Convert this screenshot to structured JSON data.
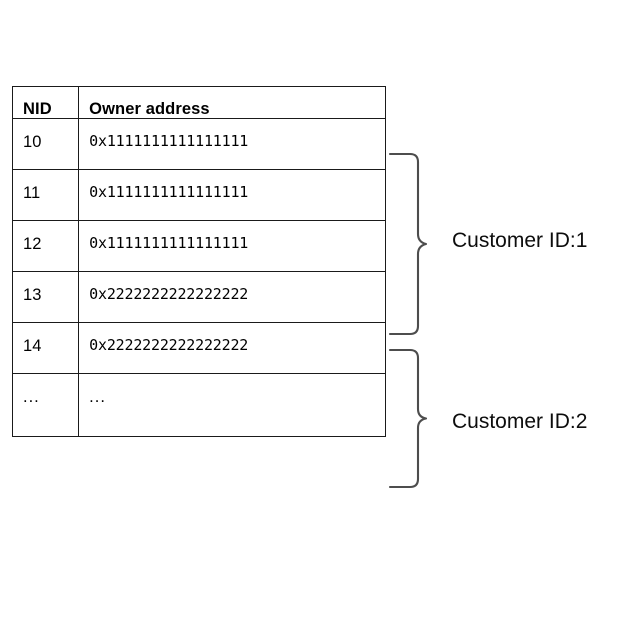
{
  "figure": {
    "background": "#ffffff",
    "line_color": "#1a1a1a"
  },
  "table": {
    "columns": [
      {
        "key": "nid",
        "header": "NID"
      },
      {
        "key": "owner_address",
        "header": "Owner address"
      }
    ],
    "rows": [
      {
        "nid": "10",
        "owner_address": "0x1111111111111111"
      },
      {
        "nid": "11",
        "owner_address": "0x1111111111111111"
      },
      {
        "nid": "12",
        "owner_address": "0x1111111111111111"
      },
      {
        "nid": "13",
        "owner_address": "0x2222222222222222"
      },
      {
        "nid": "14",
        "owner_address": "0x2222222222222222"
      },
      {
        "nid": "...",
        "owner_address": "..."
      }
    ]
  },
  "groups": [
    {
      "label": "Customer ID:1",
      "rows": [
        "10",
        "11",
        "12"
      ],
      "brace_height": 180
    },
    {
      "label": "Customer ID:2",
      "rows": [
        "13",
        "14"
      ],
      "brace_height": 137
    }
  ]
}
